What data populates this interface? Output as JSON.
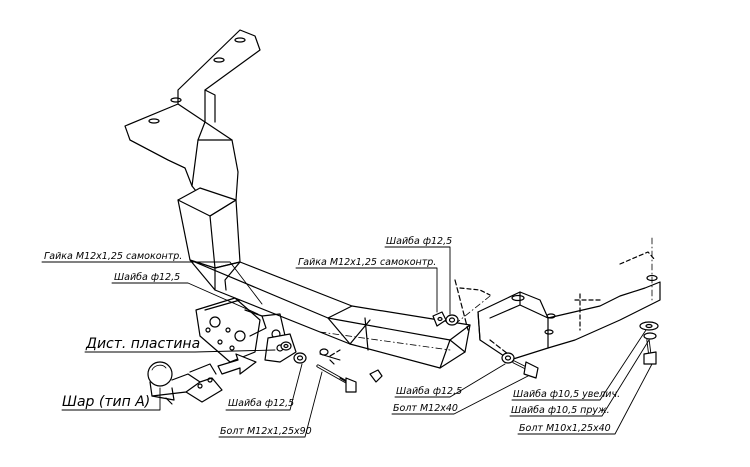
{
  "labels": {
    "nut_left": "Гайка М12х1,25 самоконтр.",
    "washer_left": "Шайба ф12,5",
    "dist_plate": "Дист. пластина",
    "ball": "Шар (тип А)",
    "washer_bottom": "Шайба ф12,5",
    "bolt_m12x90": "Болт М12х1,25х90",
    "washer_top_right": "Шайба ф12,5",
    "nut_right": "Гайка М12х1,25 самоконтр.",
    "washer_mid_right": "Шайба ф12,5",
    "bolt_m12x40": "Болт М12х40",
    "washer_enlarged": "Шайба ф10,5 увелич.",
    "washer_spring": "Шайба ф10,5 пруж.",
    "bolt_m10": "Болт М10х1,25х40"
  }
}
